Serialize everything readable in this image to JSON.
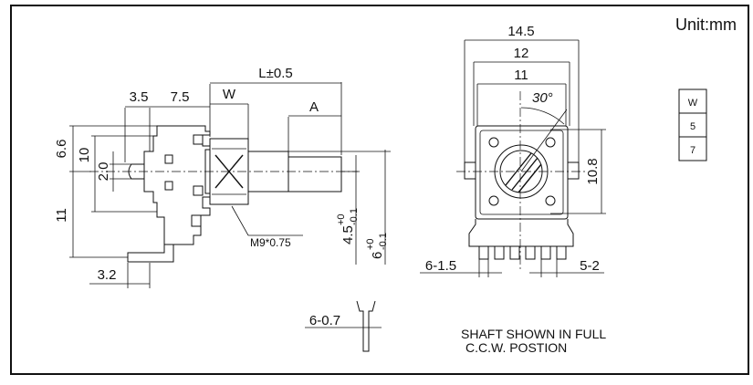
{
  "unit_label": "Unit:mm",
  "side_view": {
    "dim_3_5": "3.5",
    "dim_7_5": "7.5",
    "dim_w": "W",
    "dim_l": "L±0.5",
    "dim_a": "A",
    "dim_6_6": "6.6",
    "dim_10": "10",
    "dim_2_0": "2.0",
    "dim_11": "11",
    "dim_3_2": "3.2",
    "thread": "M9*0.75",
    "dim_4_5": "4.5",
    "dim_4_5_tol_plus": "+0",
    "dim_4_5_tol_minus": "-0.1",
    "dim_6": "6",
    "dim_6_tol_plus": "+0",
    "dim_6_tol_minus": "-0.1"
  },
  "front_view": {
    "dim_14_5": "14.5",
    "dim_12": "12",
    "dim_11": "11",
    "angle": "30°",
    "dim_10_8": "10.8",
    "dim_6_1_5": "6-1.5",
    "dim_5_2": "5-2"
  },
  "w_table": {
    "header": "W",
    "rows": [
      "5",
      "7"
    ]
  },
  "pin_detail": {
    "label": "6-0.7"
  },
  "note": {
    "line1": "SHAFT SHOWN IN FULL",
    "line2": "C.C.W. POSTION"
  }
}
